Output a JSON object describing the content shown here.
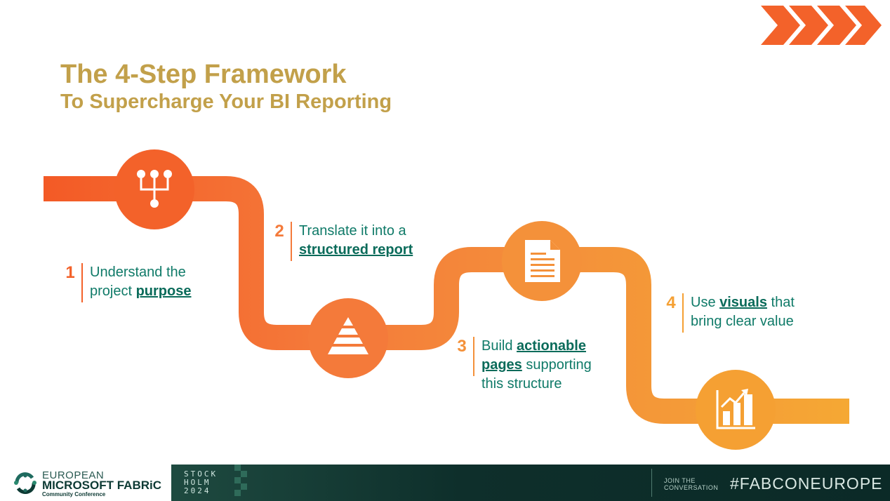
{
  "title": "The 4-Step Framework",
  "subtitle": "To Supercharge Your BI Reporting",
  "steps": [
    {
      "number": "1",
      "line1_plain": "Understand the",
      "line2_plain": "project ",
      "line2_em": "purpose",
      "color": "#f3622a"
    },
    {
      "number": "2",
      "line1_plain": "Translate it into a",
      "line2_em": "structured report",
      "color": "#f47a3a"
    },
    {
      "number": "3",
      "line1_plain": "Build ",
      "line1_em": "actionable",
      "line2_em": "pages",
      "line2_plain": " supporting",
      "line3_plain": "this structure",
      "color": "#f4913a"
    },
    {
      "number": "4",
      "line1_plain": "Use ",
      "line1_em": "visuals",
      "line1_plain2": " that",
      "line2_plain": "bring clear value",
      "color": "#f5a033"
    }
  ],
  "icons": [
    "hierarchy-icon",
    "pyramid-icon",
    "document-icon",
    "bar-chart-icon"
  ],
  "footer": {
    "logo_line1": "EUROPEAN",
    "logo_line2": "MICROSOFT FABRiC",
    "logo_line3": "Community Conference",
    "city_line1": "STOCK",
    "city_line2": "HOLM",
    "city_line3": "2024",
    "join_line1": "JOIN THE",
    "join_line2": "CONVERSATION",
    "hashtag": "#FABCONEUROPE"
  },
  "colors": {
    "title": "#c2a04a",
    "text": "#0f7a68",
    "chevron": "#f3622a",
    "footer_dark": "#0e2f2b"
  }
}
